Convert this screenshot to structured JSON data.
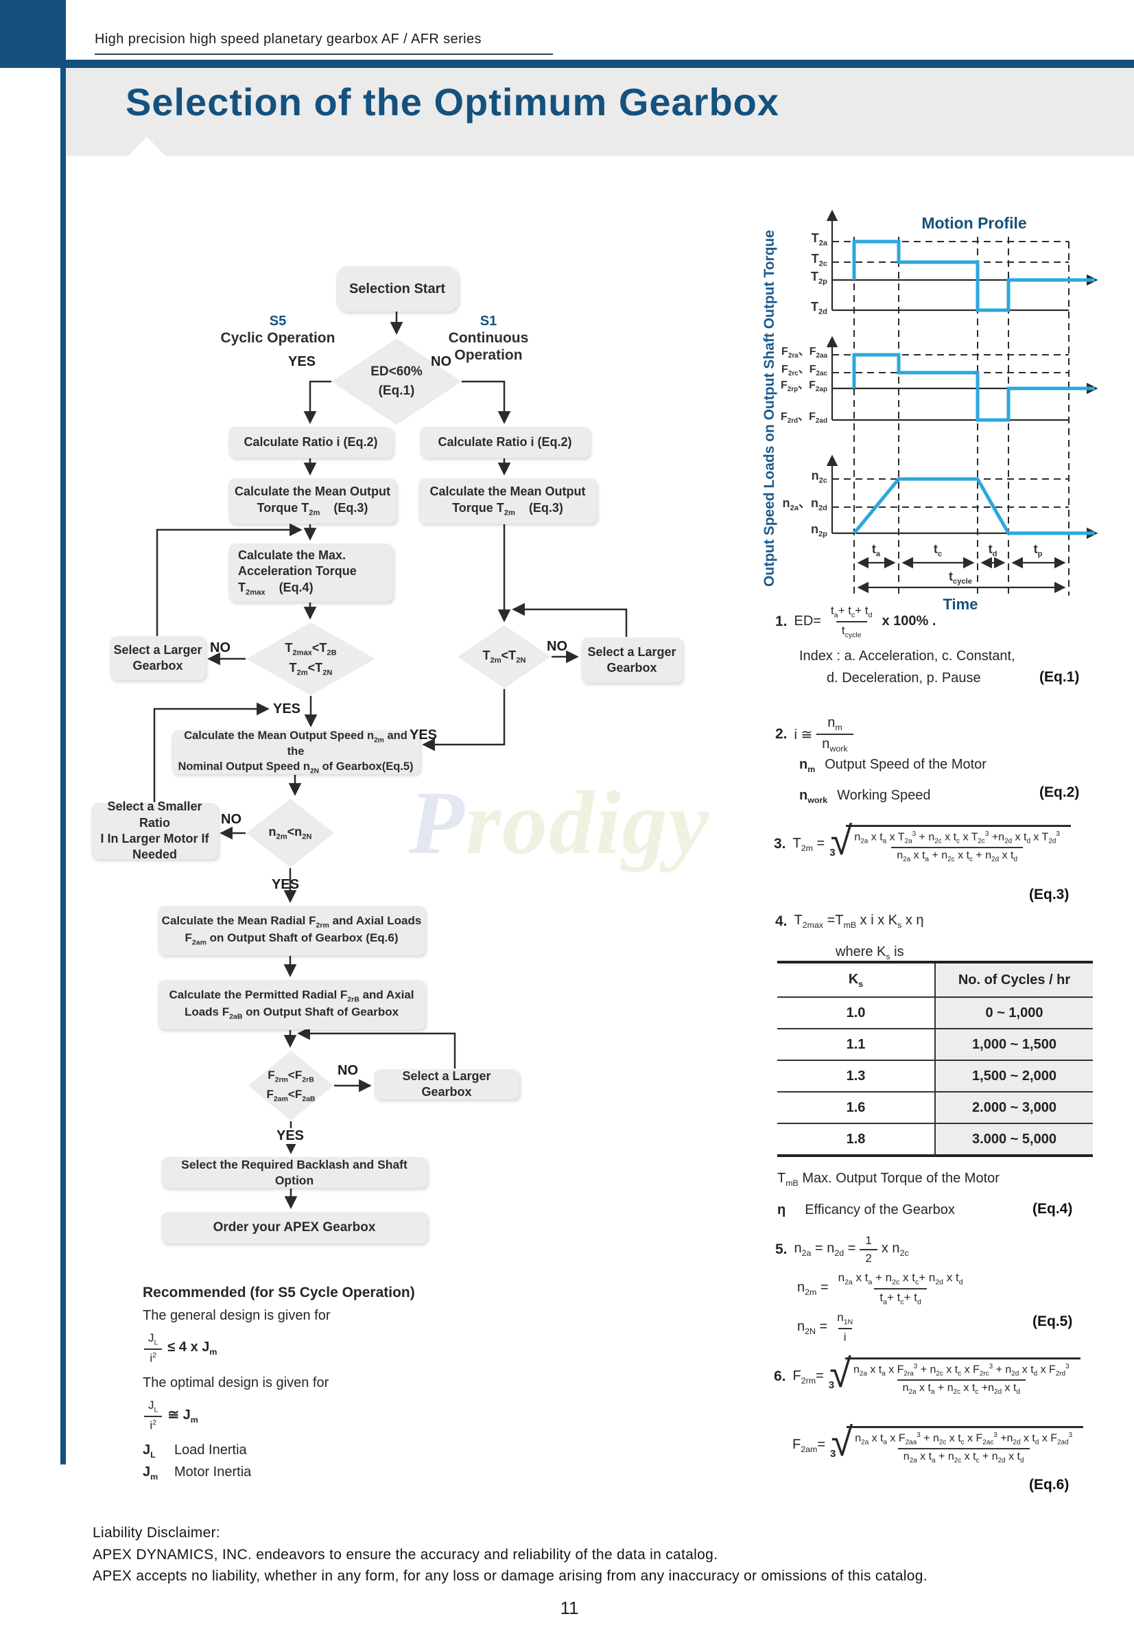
{
  "header": {
    "product_line": "High precision high speed planetary gearbox AF / AFR series",
    "page_title": "Selection of the Optimum Gearbox"
  },
  "watermark": {
    "first": "P",
    "rest": "rodigy"
  },
  "flowchart": {
    "labels": {
      "yes": "YES",
      "no": "NO"
    },
    "s5": {
      "code": "S5",
      "name": "Cyclic Operation"
    },
    "s1": {
      "code": "S1",
      "name": "Continuous Operation"
    },
    "start": "Selection Start",
    "d1": {
      "l1": "ED<60%",
      "l2": "(Eq.1)"
    },
    "ratio_html": "Calculate Ratio i  <b>(Eq.2)</b>",
    "mean_torque": {
      "l1": "Calculate the Mean Output",
      "l2": "Torque T<sub>2m</sub> &nbsp;&nbsp;&nbsp;<b>(Eq.3)</b>"
    },
    "max_acc": {
      "l1": "Calculate the Max.",
      "l2": "Acceleration Torque",
      "l3": "T<sub>2max</sub> &nbsp;&nbsp;&nbsp;<b>(Eq.4)</b>"
    },
    "d2": {
      "l1": "T<sub>2max</sub>&lt;T<sub>2B</sub>",
      "l2": "T<sub>2m</sub>&lt;T<sub>2N</sub>"
    },
    "d3": "T<sub>2m</sub>&lt;T<sub>2N</sub>",
    "select_larger": {
      "l1": "Select a Larger",
      "l2": "Gearbox"
    },
    "select_larger_inline": "Select a Larger  Gearbox",
    "mean_speed": {
      "l1": "Calculate the Mean Output  Speed n<sub>2m</sub> and the",
      "l2": "Nominal Output Speed n<sub>2N</sub> of Gearbox<b>(Eq.5)</b>"
    },
    "d4": "n<sub>2m</sub>&lt;n<sub>2N</sub>",
    "select_smaller": {
      "l1": "Select a Smaller Ratio",
      "l2": "I In Larger Motor If",
      "l3": "Needed"
    },
    "mean_radial": {
      "l1": "Calculate the Mean Radial F<sub>2rm</sub> and Axial  Loads",
      "l2": "F<sub>2am</sub> on Output Shaft of Gearbox <b>(Eq.6)</b>"
    },
    "permitted": {
      "l1": "Calculate the Permitted Radial F<sub>2rB</sub> and Axial",
      "l2": "Loads F<sub>2aB</sub> on Output Shaft of Gearbox"
    },
    "d5": {
      "l1": "F<sub>2rm</sub>&lt;F<sub>2rB</sub>",
      "l2": "F<sub>2am</sub>&lt;F<sub>2aB</sub>"
    },
    "backlash": "Select the Required Backlash and Shaft Option",
    "order": "Order your APEX Gearbox"
  },
  "chart": {
    "title": "Motion Profile",
    "ylabel": "Output Speed Loads on Output Shaft Output Torque",
    "xlabel": "Time",
    "torque_levels": [
      "T<sub>2a</sub>",
      "T<sub>2c</sub>",
      "T<sub>2p</sub>",
      "T<sub>2d</sub>"
    ],
    "load_levels": [
      "F<sub>2ra</sub>、F<sub>2aa</sub>",
      "F<sub>2rc</sub>、F<sub>2ac</sub>",
      "F<sub>2rp</sub>、F<sub>2ap</sub>",
      "F<sub>2rd</sub>、F<sub>2ad</sub>"
    ],
    "speed_levels": [
      "n<sub>2c</sub>",
      "n<sub>2a</sub>、n<sub>2d</sub>",
      "n<sub>2p</sub>"
    ],
    "time_segments": [
      "t<sub>a</sub>",
      "t<sub>c</sub>",
      "t<sub>d</sub>",
      "t<sub>p</sub>"
    ],
    "cycle": "t<sub>cycle</sub>"
  },
  "equations": {
    "eq1": {
      "no": "1.",
      "lhs": "ED=",
      "num": "t<sub>a</sub>+ t<sub>c</sub>+ t<sub>d</sub>",
      "den": "t<sub>cycle</sub>",
      "tail": "x 100% .",
      "index_l1": "Index : a. Acceleration, c. Constant,",
      "index_l2": "d. Deceleration, p. Pause",
      "tag": "(Eq.1)"
    },
    "eq2": {
      "no": "2.",
      "lhs": "i ≅",
      "num": "n<sub>m</sub>",
      "den": "n<sub>work</sub>",
      "note1_sym": "n<sub>m</sub>",
      "note1": "Output Speed of the Motor",
      "note2_sym": "n<sub>work</sub>",
      "note2": "Working Speed",
      "tag": "(Eq.2)"
    },
    "eq3": {
      "no": "3.",
      "lhs": "T<sub>2m</sub> =",
      "root_index": "3",
      "num": "n<sub>2a</sub> x t<sub>a</sub> x T<sub>2a</sub><sup>3</sup> + n<sub>2c</sub> x t<sub>c</sub> x T<sub>2c</sub><sup>3</sup> +n<sub>2d</sub> x t<sub>d</sub> x T<sub>2d</sub><sup>3</sup>",
      "den": "n<sub>2a</sub> x t<sub>a</sub> + n<sub>2c</sub> x t<sub>c</sub> + n<sub>2d</sub> x t<sub>d</sub>",
      "tag": "(Eq.3)"
    },
    "eq4": {
      "no": "4.",
      "formula": "T<sub>2max</sub> =T<sub>mB</sub> x i x K<sub>s</sub> x η",
      "where": "where K<sub>s</sub> is",
      "note_tmb": "T<sub>mB</sub> Max. Output Torque of the Motor",
      "note_eta_sym": "η",
      "note_eta": "Efficancy of the Gearbox",
      "tag": "(Eq.4)"
    },
    "eq5": {
      "no": "5.",
      "l1_lhs": "n<sub>2a</sub> = n<sub>2d</sub> =",
      "l1_num": "1",
      "l1_den": "2",
      "l1_tail": "x n<sub>2c</sub>",
      "l2_lhs": "n<sub>2m</sub> =",
      "l2_num": "n<sub>2a</sub> x t<sub>a</sub> + n<sub>2c</sub> x t<sub>c</sub>+ n<sub>2d</sub> x t<sub>d</sub>",
      "l2_den": "t<sub>a</sub>+ t<sub>c</sub>+ t<sub>d</sub>",
      "l3_lhs": "n<sub>2N</sub> =",
      "l3_num": "n<sub>1N</sub>",
      "l3_den": "i",
      "tag": "(Eq.5)"
    },
    "eq6": {
      "no": "6.",
      "root_index": "3",
      "l1_lhs": "F<sub>2rm</sub>=",
      "l1_num": "n<sub>2a</sub> x t<sub>a</sub> x F<sub>2ra</sub><sup>3</sup> + n<sub>2c</sub> x t<sub>c</sub> x F<sub>2rc</sub><sup>3</sup> + n<sub>2d</sub> x t<sub>d</sub> x F<sub>2rd</sub><sup>3</sup>",
      "l1_den": "n<sub>2a</sub> x t<sub>a</sub> + n<sub>2c</sub> x t<sub>c</sub> +n<sub>2d</sub> x t<sub>d</sub>",
      "l2_lhs": "F<sub>2am</sub>=",
      "l2_num": "n<sub>2a</sub> x t<sub>a</sub> x F<sub>2aa</sub><sup>3</sup> + n<sub>2c</sub> x t<sub>c</sub> x F<sub>2ac</sub><sup>3</sup> +n<sub>2d</sub> x t<sub>d</sub> x F<sub>2ad</sub><sup>3</sup>",
      "l2_den": "n<sub>2a</sub> x t<sub>a</sub> + n<sub>2c</sub> x t<sub>c</sub> + n<sub>2d</sub> x t<sub>d</sub>",
      "tag": "(Eq.6)"
    }
  },
  "ks_table": {
    "headers": [
      "K<sub>s</sub>",
      "No. of Cycles / hr"
    ],
    "rows": [
      [
        "1.0",
        "0 ~ 1,000"
      ],
      [
        "1.1",
        "1,000 ~ 1,500"
      ],
      [
        "1.3",
        "1,500 ~ 2,000"
      ],
      [
        "1.6",
        "2.000 ~ 3,000"
      ],
      [
        "1.8",
        "3.000 ~ 5,000"
      ]
    ]
  },
  "recommended": {
    "heading": "Recommended (for S5 Cycle Operation)",
    "general": "The general design is given for",
    "frac_num": "J<sub>L</sub>",
    "frac_den": "i<sup>2</sup>",
    "general_rhs": "≤ 4 x J<sub>m</sub>",
    "optimal": "The optimal design is given for",
    "optimal_rhs": "≅ J<sub>m</sub>",
    "legend": [
      [
        "J<sub>L</sub>",
        "Load Inertia"
      ],
      [
        "J<sub>m</sub>",
        "Motor Inertia"
      ]
    ]
  },
  "footer": {
    "disclaimer": [
      "Liability Disclaimer:",
      "APEX DYNAMICS, INC. endeavors to ensure the accuracy and reliability of the data in catalog.",
      "APEX accepts no liability, whether in any form, for any loss or damage arising from any inaccuracy or omissions of this catalog."
    ],
    "page_number": "11"
  },
  "colors": {
    "brand_blue": "#15517e",
    "chart_line": "#29a8dd",
    "box_gray": "#ececec"
  }
}
